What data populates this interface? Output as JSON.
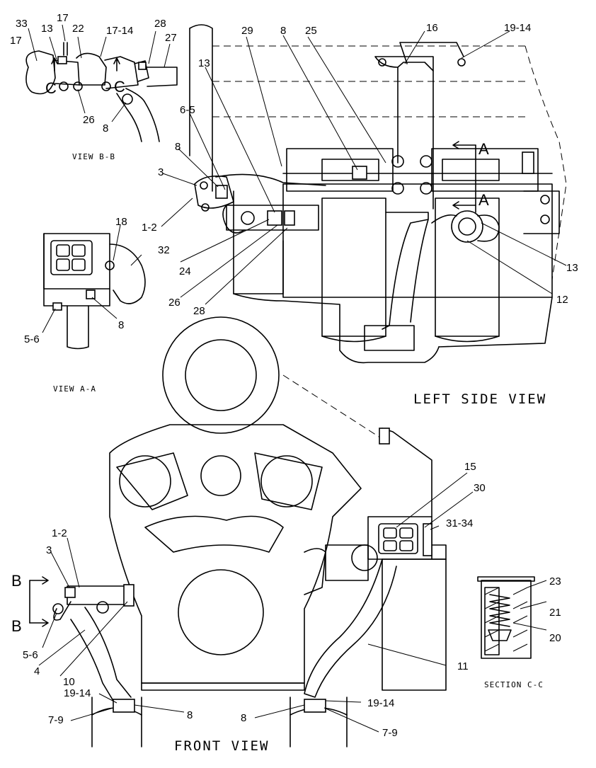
{
  "captions": {
    "view_bb": "VIEW B-B",
    "view_aa": "VIEW A-A",
    "left_side_view": "LEFT SIDE VIEW",
    "front_view": "FRONT VIEW",
    "section_cc": "SECTION C-C"
  },
  "section_markers": {
    "a_top": "A",
    "a_bottom": "A",
    "b_top": "B",
    "b_bottom": "B",
    "c_left": "C",
    "c_right": "C"
  },
  "callouts": {
    "c33": "33",
    "c17a": "17",
    "c13a": "13",
    "c17b": "17",
    "c22": "22",
    "c17_14": "17-14",
    "c28a": "28",
    "c27": "27",
    "c26a": "26",
    "c8a": "8",
    "c29": "29",
    "c8b": "8",
    "c25": "25",
    "c16": "16",
    "c19_14a": "19-14",
    "c13b": "13",
    "c6_5": "6-5",
    "c8c": "8",
    "c3a": "3",
    "c1_2a": "1-2",
    "c24": "24",
    "c26b": "26",
    "c28b": "28",
    "c13c": "13",
    "c12": "12",
    "c18": "18",
    "c32": "32",
    "c8d": "8",
    "c5_6a": "5-6",
    "c15": "15",
    "c30": "30",
    "c31_34": "31-34",
    "c1_2b": "1-2",
    "c3b": "3",
    "c5_6b": "5-6",
    "c4": "4",
    "c10": "10",
    "c11": "11",
    "c23": "23",
    "c21": "21",
    "c20": "20",
    "c19_14b": "19-14",
    "c7_9a": "7-9",
    "c8e": "8",
    "c8f": "8",
    "c19_14c": "19-14",
    "c7_9b": "7-9"
  }
}
